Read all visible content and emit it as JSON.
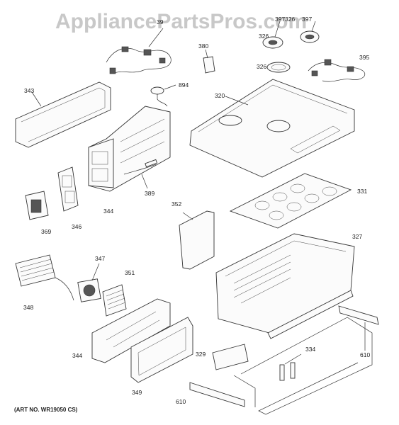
{
  "watermark": "AppliancePartsPros.com",
  "art_number": "(ART NO. WR19050 CS)",
  "callouts": [
    {
      "id": "c39",
      "text": "39"
    },
    {
      "id": "c397a",
      "text": "397"
    },
    {
      "id": "c326a",
      "text": "326"
    },
    {
      "id": "c397b",
      "text": "397"
    },
    {
      "id": "c326b",
      "text": "326"
    },
    {
      "id": "c380",
      "text": "380"
    },
    {
      "id": "c326c",
      "text": "326"
    },
    {
      "id": "c395",
      "text": "395"
    },
    {
      "id": "c343",
      "text": "343"
    },
    {
      "id": "c894",
      "text": "894"
    },
    {
      "id": "c320",
      "text": "320"
    },
    {
      "id": "c331",
      "text": "331"
    },
    {
      "id": "c389",
      "text": "389"
    },
    {
      "id": "c344a",
      "text": "344"
    },
    {
      "id": "c352",
      "text": "352"
    },
    {
      "id": "c369",
      "text": "369"
    },
    {
      "id": "c346",
      "text": "346"
    },
    {
      "id": "c327",
      "text": "327"
    },
    {
      "id": "c347",
      "text": "347"
    },
    {
      "id": "c351",
      "text": "351"
    },
    {
      "id": "c348",
      "text": "348"
    },
    {
      "id": "c344b",
      "text": "344"
    },
    {
      "id": "c329",
      "text": "329"
    },
    {
      "id": "c334",
      "text": "334"
    },
    {
      "id": "c610a",
      "text": "610"
    },
    {
      "id": "c349",
      "text": "349"
    },
    {
      "id": "c610b",
      "text": "610"
    }
  ]
}
